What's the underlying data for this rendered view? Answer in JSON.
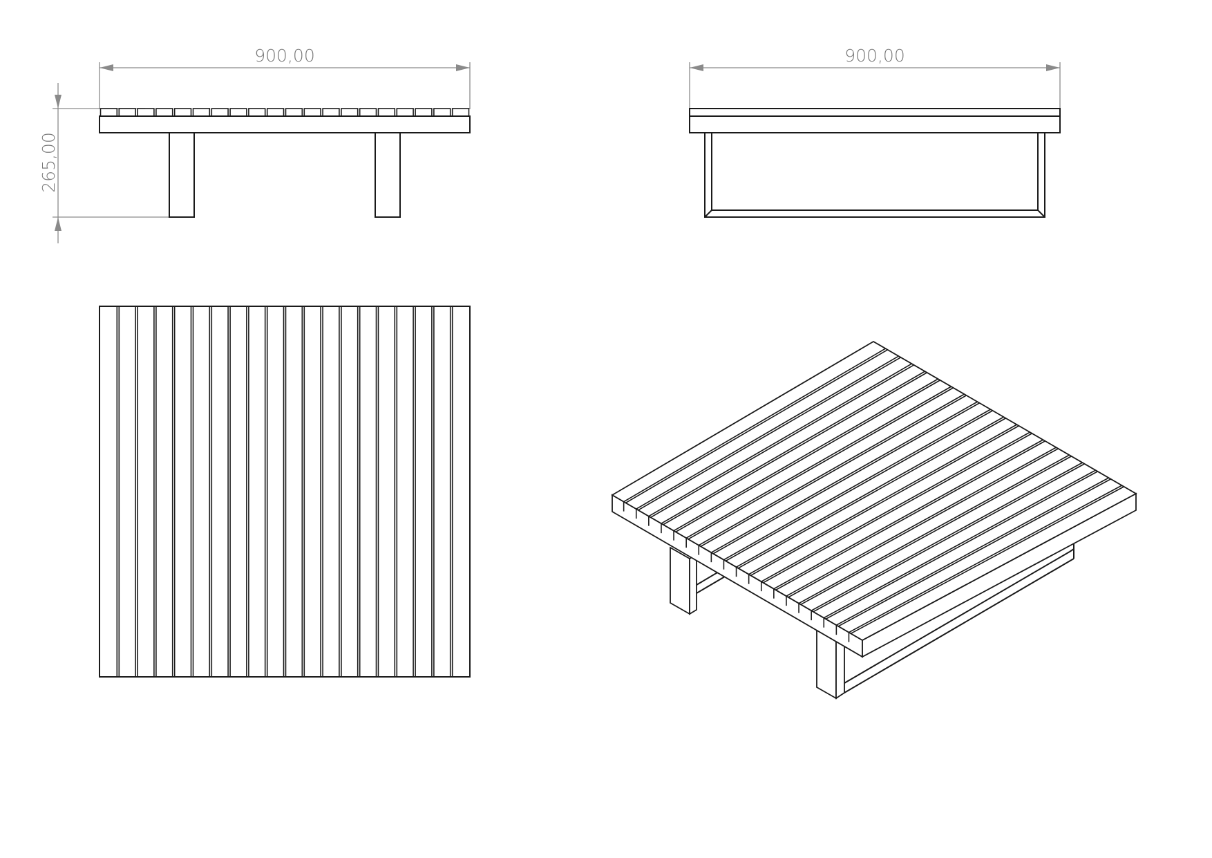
{
  "drawing": {
    "front_view": {
      "width_dimension": "900,00",
      "height_dimension": "265,00"
    },
    "side_view": {
      "width_dimension": "900,00"
    },
    "slat_count": 20,
    "colors": {
      "line": "#1a1a1a",
      "dimension": "#8a8a8a",
      "background": "#ffffff"
    }
  }
}
